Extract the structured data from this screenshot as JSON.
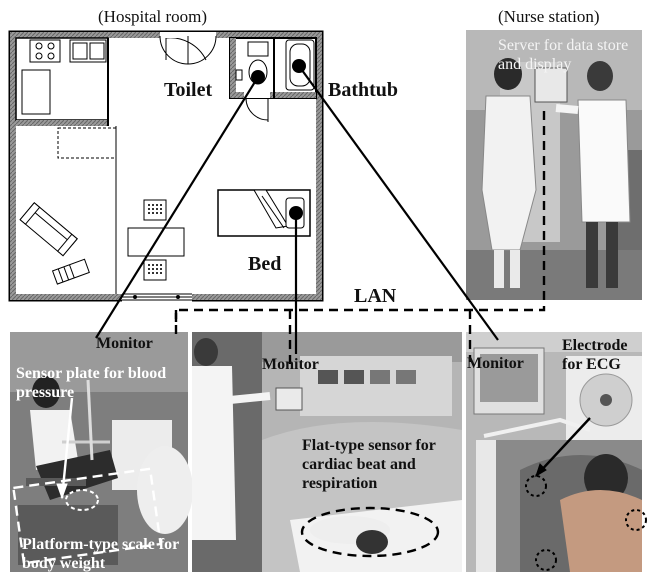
{
  "header": {
    "hospital_room": "(Hospital room)",
    "nurse_station": "(Nurse station)"
  },
  "labels": {
    "toilet": "Toilet",
    "bathtub": "Bathtub",
    "bed": "Bed",
    "lan": "LAN",
    "server": "Server for data store and display",
    "monitor_left": "Monitor",
    "monitor_mid": "Monitor",
    "monitor_right": "Monitor",
    "sensor_plate": "Sensor plate for blood pressure",
    "platform_scale": "Platform-type scale for body weight",
    "flat_sensor": "Flat-type sensor for cardiac beat and respiration",
    "electrode": "Electrode for ECG"
  },
  "colors": {
    "photo_dark": "#3a3a3a",
    "photo_mid": "#8a8a8a",
    "photo_light": "#d8d8d8",
    "line": "#000000"
  }
}
